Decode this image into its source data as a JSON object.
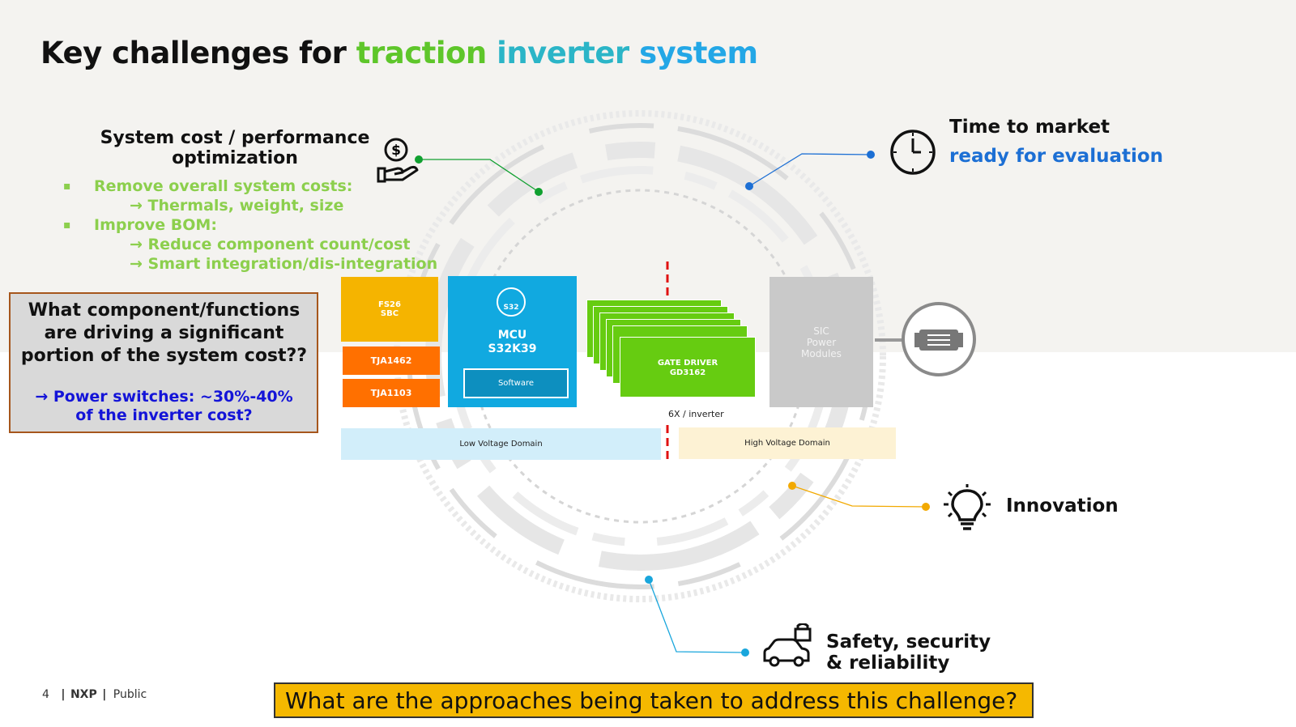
{
  "slide": {
    "title_prefix": "Key challenges for ",
    "title_word1": "traction",
    "title_word2": "inverter",
    "title_word3": "system"
  },
  "cost": {
    "title": "System cost / performance optimization",
    "bullet1": "Remove overall system costs:",
    "sub1": "Thermals, weight, size",
    "bullet2": "Improve BOM:",
    "sub2": "Reduce component count/cost",
    "sub3": "Smart integration/dis-integration",
    "arrow": "→",
    "icon": "dollar-hand-icon",
    "color": "#8ccf4d"
  },
  "question_box": {
    "question": "What component/functions are driving a significant portion of the system cost??",
    "answer": "Power switches: ~30%-40% of the inverter cost?",
    "arrow": "→"
  },
  "diagram": {
    "fs26": "FS26\nSBC",
    "tja1462": "TJA1462",
    "tja1103": "TJA1103",
    "mcu_badge": "S32",
    "mcu_title": "MCU",
    "mcu_part": "S32K39",
    "software": "Software",
    "gate_driver": "GATE DRIVER",
    "gate_part": "GD3162",
    "gate_count": "6X / inverter",
    "sic": "SIC\nPower\nModules",
    "low_voltage": "Low Voltage Domain",
    "high_voltage": "High Voltage Domain",
    "motor_icon": "motor-icon"
  },
  "time_to_market": {
    "title": "Time to market",
    "subtitle": "ready for evaluation",
    "icon": "clock-icon"
  },
  "innovation": {
    "label": "Innovation",
    "icon": "lightbulb-icon"
  },
  "safety": {
    "line1": "Safety, security",
    "line2": "& reliability",
    "icon": "car-lock-icon"
  },
  "footer": {
    "page": "4",
    "brand": "NXP",
    "classification": "Public"
  },
  "bottom_question": "What are the approaches being taken to address this challenge?",
  "colors": {
    "green": "#5ec62a",
    "teal": "#2bb5c7",
    "blue": "#23a7e6",
    "orange_box": "#f5b800",
    "fs26": "#f5b400",
    "tja": "#ff7000",
    "mcu": "#11a9e0",
    "gate": "#66cc11",
    "sic": "#c9c9c9",
    "lv": "#d2eefa",
    "hv": "#fdf2d4"
  }
}
